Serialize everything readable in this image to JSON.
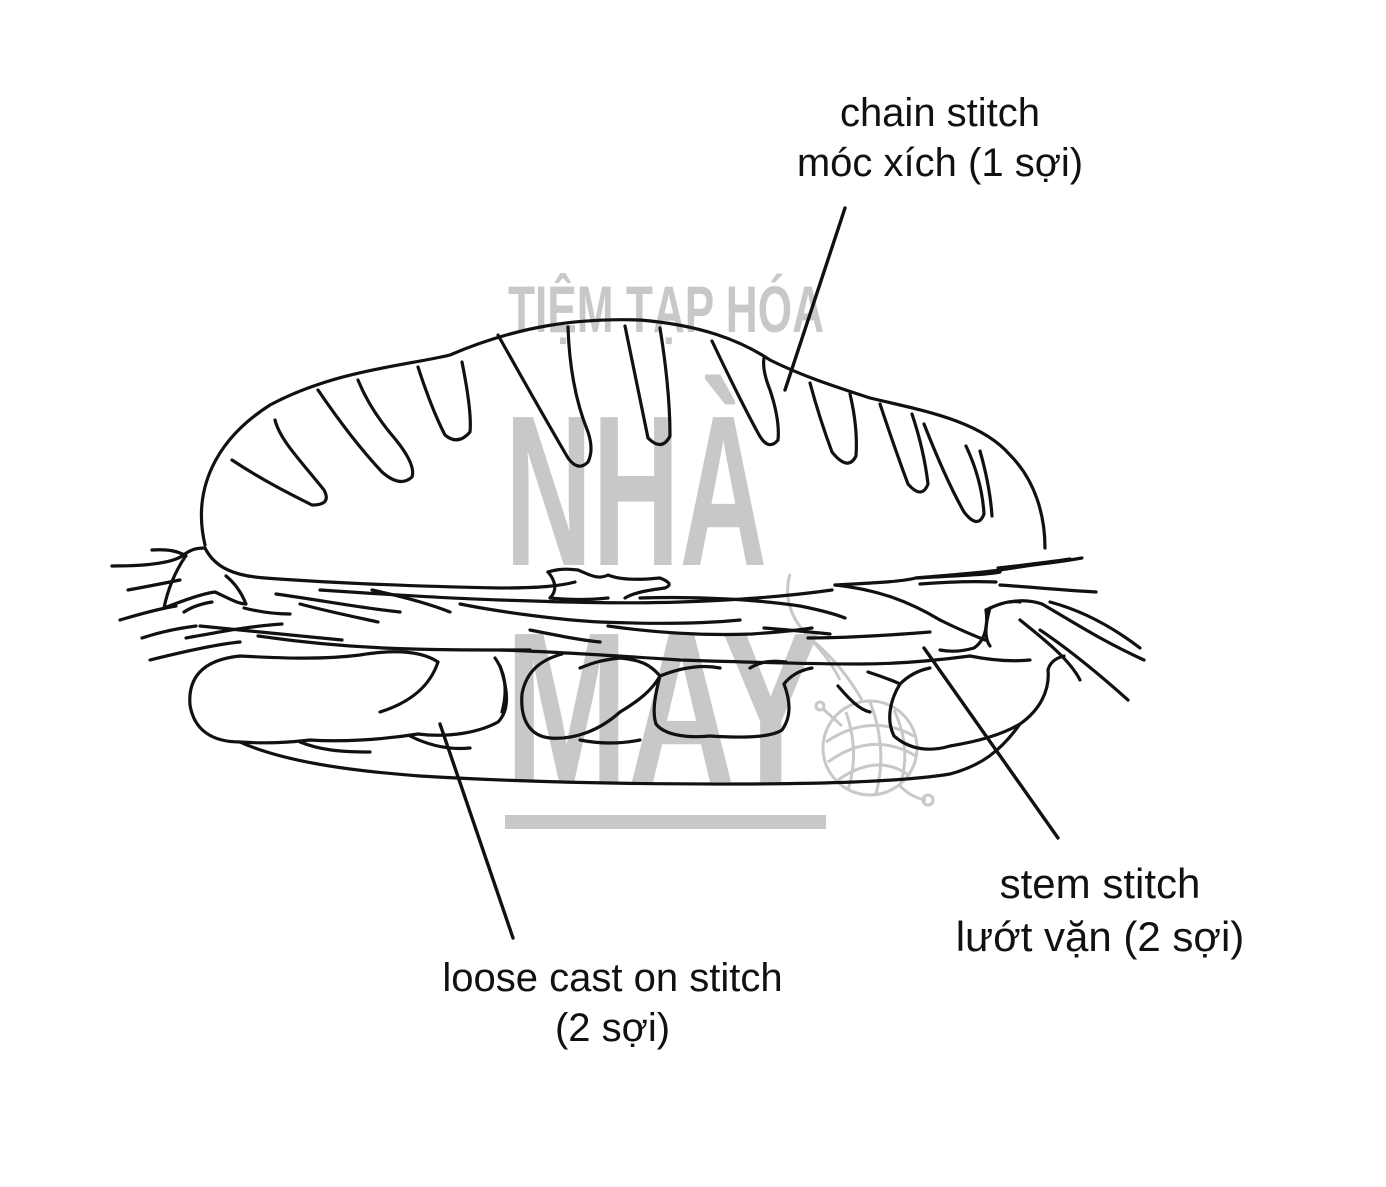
{
  "labels": {
    "chain": {
      "line1": "chain stitch",
      "line2": "móc xích (1 sợi)"
    },
    "stem": {
      "line1": "stem stitch",
      "line2": "lướt vặn (2 sợi)"
    },
    "loose": {
      "line1": "loose cast on stitch",
      "line2": "(2 sợi)"
    }
  },
  "watermark": {
    "top": "TIỆM TẠP HÓA",
    "middle": "NHÀ",
    "bottom": "MAY",
    "color": "#c8c8c8"
  },
  "colors": {
    "ink": "#111111",
    "paper": "#ffffff"
  }
}
